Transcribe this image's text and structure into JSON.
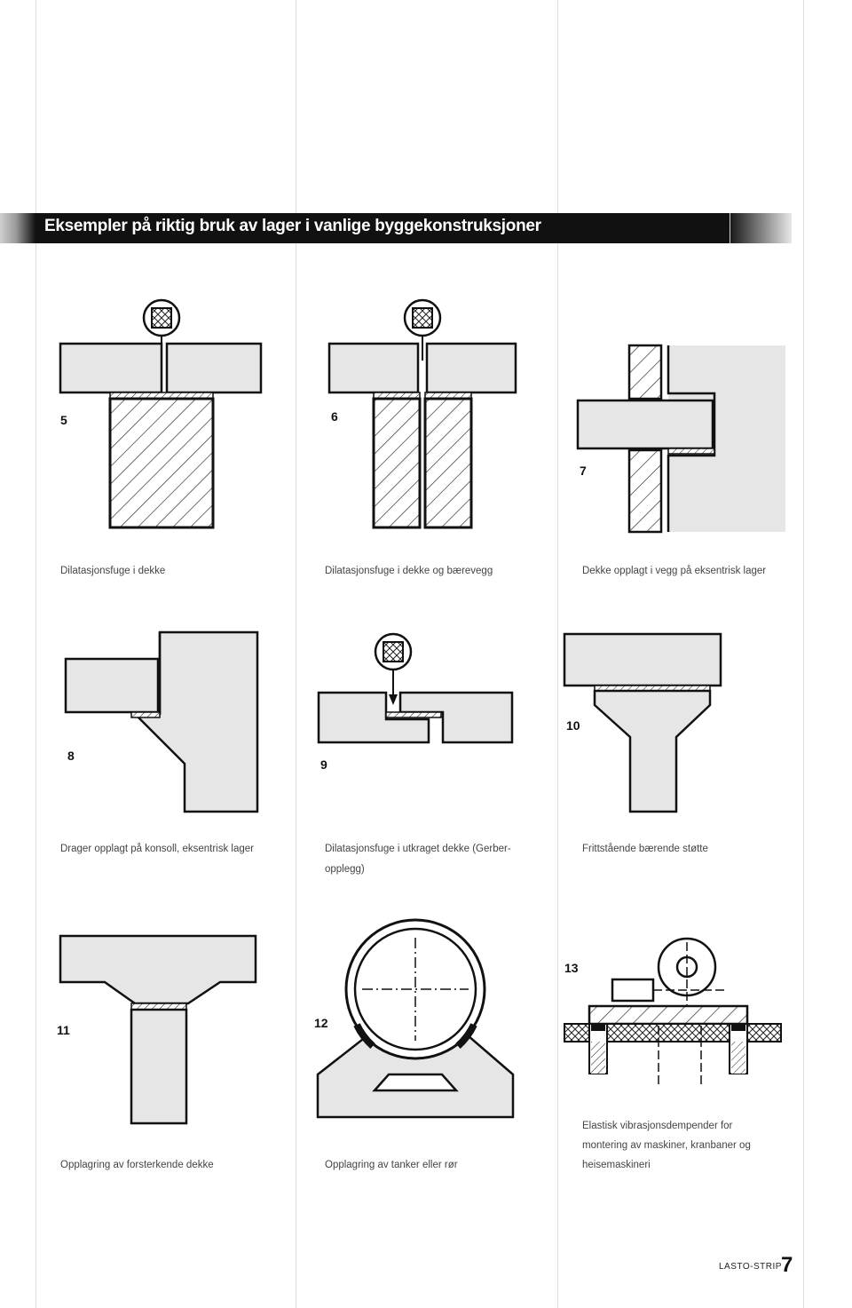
{
  "header": {
    "title": "Eksempler på riktig bruk av lager i vanlige byggekonstruksjoner"
  },
  "figures": [
    {
      "number": "5",
      "caption": "Dilatasjonsfuge i dekke"
    },
    {
      "number": "6",
      "caption": "Dilatasjonsfuge i dekke og bærevegg"
    },
    {
      "number": "7",
      "caption": "Dekke opplagt i vegg på eksentrisk lager"
    },
    {
      "number": "8",
      "caption": "Drager opplagt på konsoll, eksentrisk lager"
    },
    {
      "number": "9",
      "caption_line1": "Dilatasjonsfuge i utkraget dekke (Gerber-",
      "caption_line2": "opplegg)"
    },
    {
      "number": "10",
      "caption": "Frittstående bærende støtte"
    },
    {
      "number": "11",
      "caption": "Opplagring av forsterkende dekke"
    },
    {
      "number": "12",
      "caption": "Opplagring av tanker eller rør"
    },
    {
      "number": "13",
      "caption_line1": "Elastisk vibrasjonsdempender for",
      "caption_line2": "montering av maskiner, kranbaner og",
      "caption_line3": "heisemaskineri"
    }
  ],
  "footer": {
    "brand": "LASTO-STRIP",
    "page": "7"
  }
}
